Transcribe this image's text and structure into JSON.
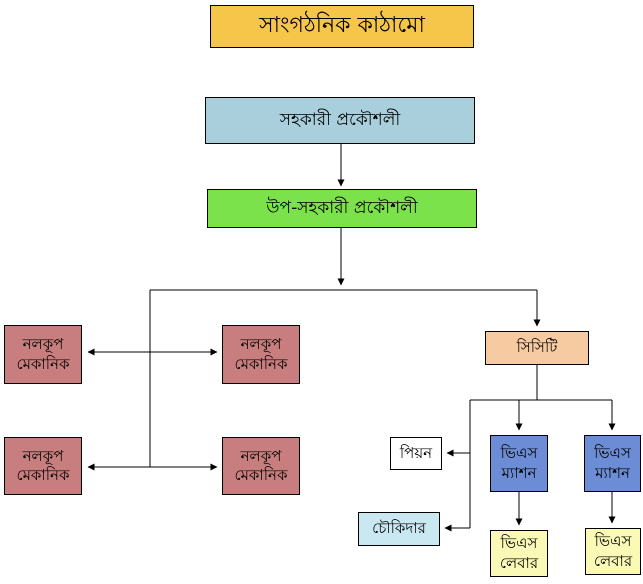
{
  "nodes": {
    "title": "সাংগঠনিক কাঠামো",
    "assistant_engineer": "সহকারী প্রকৌশলী",
    "sub_assistant_engineer": "উপ-সহকারী প্রকৌশলী",
    "tubewell_mechanic": "নলকূপ মেকানিক",
    "cct": "সিসিটি",
    "peon": "পিয়ন",
    "chowkidar": "চৌকিদার",
    "vs_mason": "ভিএস ম্যাশন",
    "vs_labour": "ভিএস লেবার"
  },
  "colors": {
    "title": "#F6C64B",
    "assistant_engineer": "#A9CEDC",
    "sub_assistant_engineer": "#7BE24B",
    "mechanic": "#C87E7E",
    "cct": "#F7CBA2",
    "peon": "#FFFFFF",
    "chowkidar": "#C9E8F2",
    "vs_mason": "#6C8CD5",
    "vs_labour": "#FAF9B5",
    "line": "#000000"
  }
}
